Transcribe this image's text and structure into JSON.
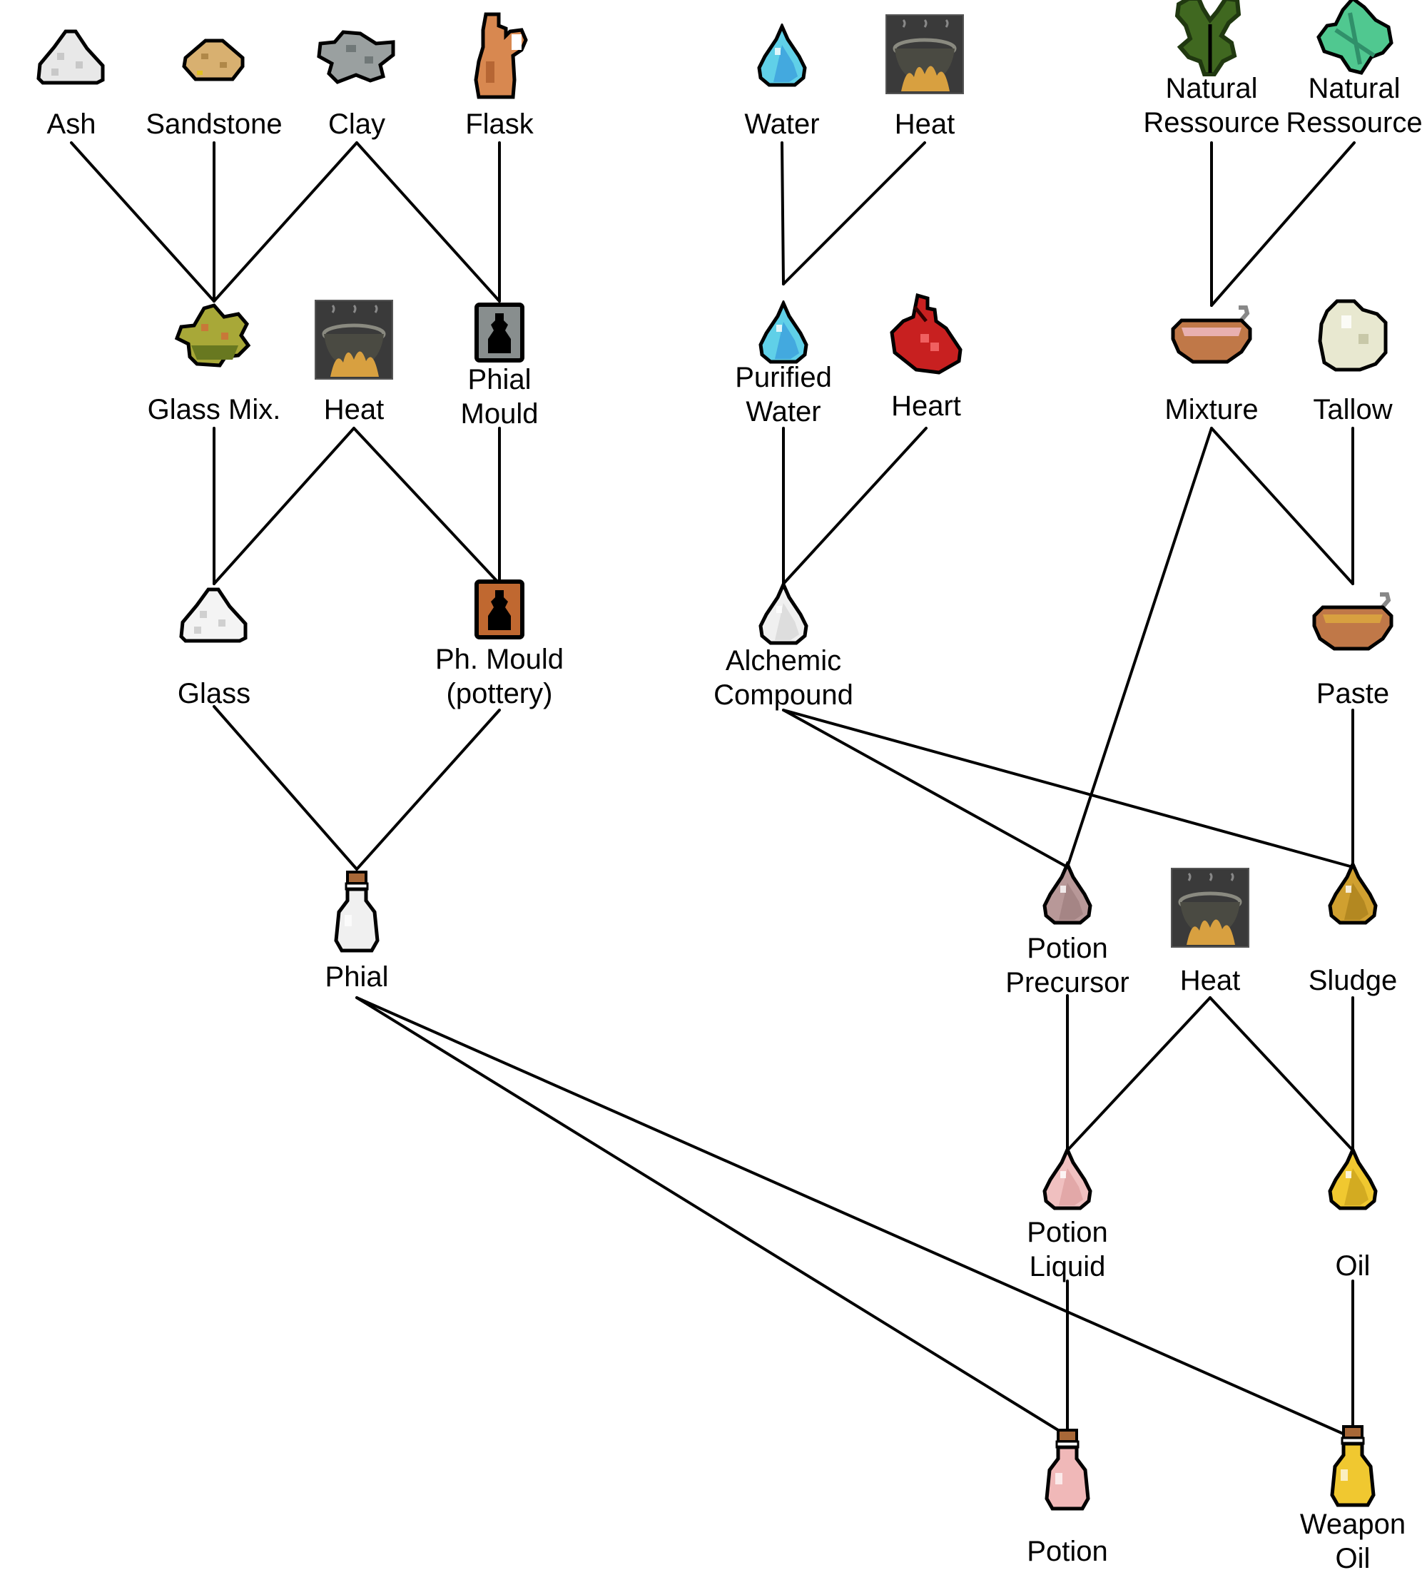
{
  "title": "Alchemy crafting tree",
  "nodes": [
    {
      "id": "ash",
      "label": "Ash",
      "icon": "ash-pile-icon",
      "colors": [
        "#e8e8e8",
        "#c8c8c8"
      ]
    },
    {
      "id": "sandstone",
      "label": "Sandstone",
      "icon": "sandstone-icon",
      "colors": [
        "#d8b070",
        "#b08848"
      ]
    },
    {
      "id": "clay",
      "label": "Clay",
      "icon": "clay-icon",
      "colors": [
        "#9aa0a0",
        "#707878"
      ]
    },
    {
      "id": "flask",
      "label": "Flask",
      "icon": "flask-jug-icon",
      "colors": [
        "#d88850",
        "#a85828"
      ]
    },
    {
      "id": "water",
      "label": "Water",
      "icon": "water-drop-icon",
      "colors": [
        "#60d0e8",
        "#3090d8"
      ]
    },
    {
      "id": "heat1",
      "label": "Heat",
      "icon": "cauldron-fire-icon",
      "colors": [
        "#3a3a3a",
        "#d8a040"
      ]
    },
    {
      "id": "natres1",
      "label": "Natural\nRessource",
      "icon": "herb-plant-icon",
      "colors": [
        "#406820",
        "#203810"
      ]
    },
    {
      "id": "natres2",
      "label": "Natural\nRessource",
      "icon": "mint-leaf-icon",
      "colors": [
        "#50c890",
        "#30906a"
      ]
    },
    {
      "id": "glassmix",
      "label": "Glass Mix.",
      "icon": "glass-mix-icon",
      "colors": [
        "#a8a838",
        "#687820"
      ]
    },
    {
      "id": "heat2",
      "label": "Heat",
      "icon": "cauldron-fire-icon",
      "colors": [
        "#3a3a3a",
        "#d8a040"
      ]
    },
    {
      "id": "phialmould",
      "label": "Phial\nMould",
      "icon": "phial-mould-grey-icon",
      "colors": [
        "#888e8e",
        "#000000"
      ]
    },
    {
      "id": "purwater",
      "label": "Purified\nWater",
      "icon": "water-drop-icon",
      "colors": [
        "#60d0e8",
        "#3090d8"
      ]
    },
    {
      "id": "heart",
      "label": "Heart",
      "icon": "heart-organ-icon",
      "colors": [
        "#c82020",
        "#901010"
      ]
    },
    {
      "id": "mixture",
      "label": "Mixture",
      "icon": "mixing-bowl-icon",
      "colors": [
        "#c07848",
        "#e8b0b0"
      ]
    },
    {
      "id": "tallow",
      "label": "Tallow",
      "icon": "tallow-lump-icon",
      "colors": [
        "#e8e8d0",
        "#c8c8a8"
      ]
    },
    {
      "id": "glass",
      "label": "Glass",
      "icon": "glass-pile-icon",
      "colors": [
        "#f4f4f4",
        "#d0d0d0"
      ]
    },
    {
      "id": "phmould",
      "label": "Ph. Mould\n(pottery)",
      "icon": "phial-mould-pottery-icon",
      "colors": [
        "#c06830",
        "#000000"
      ]
    },
    {
      "id": "alchcomp",
      "label": "Alchemic\nCompound",
      "icon": "white-drop-icon",
      "colors": [
        "#f0f0f0",
        "#d0d0d0"
      ]
    },
    {
      "id": "paste",
      "label": "Paste",
      "icon": "paste-bowl-icon",
      "colors": [
        "#c07848",
        "#d8a040"
      ]
    },
    {
      "id": "phial",
      "label": "Phial",
      "icon": "empty-phial-icon",
      "colors": [
        "#f0f0f0",
        "#a86838"
      ]
    },
    {
      "id": "precursor",
      "label": "Potion\nPrecursor",
      "icon": "precursor-drop-icon",
      "colors": [
        "#b89898",
        "#987878"
      ]
    },
    {
      "id": "heat3",
      "label": "Heat",
      "icon": "cauldron-fire-icon",
      "colors": [
        "#3a3a3a",
        "#d8a040"
      ]
    },
    {
      "id": "sludge",
      "label": "Sludge",
      "icon": "sludge-drop-icon",
      "colors": [
        "#d0a030",
        "#a07818"
      ]
    },
    {
      "id": "potliquid",
      "label": "Potion\nLiquid",
      "icon": "pink-drop-icon",
      "colors": [
        "#f0c0c0",
        "#d89898"
      ]
    },
    {
      "id": "oil",
      "label": "Oil",
      "icon": "oil-drop-icon",
      "colors": [
        "#f0c830",
        "#c09818"
      ]
    },
    {
      "id": "potion",
      "label": "Potion",
      "icon": "potion-bottle-icon",
      "colors": [
        "#f0b8b8",
        "#a86838"
      ]
    },
    {
      "id": "weaponoil",
      "label": "Weapon\nOil",
      "icon": "weapon-oil-bottle-icon",
      "colors": [
        "#f0c830",
        "#a86838"
      ]
    }
  ],
  "edges": [
    [
      "ash",
      "glassmix"
    ],
    [
      "sandstone",
      "glassmix"
    ],
    [
      "clay",
      "glassmix"
    ],
    [
      "clay",
      "phialmould"
    ],
    [
      "flask",
      "phialmould"
    ],
    [
      "water",
      "purwater"
    ],
    [
      "heat1",
      "purwater"
    ],
    [
      "natres1",
      "mixture"
    ],
    [
      "natres2",
      "mixture"
    ],
    [
      "glassmix",
      "glass"
    ],
    [
      "heat2",
      "glass"
    ],
    [
      "heat2",
      "phmould"
    ],
    [
      "phialmould",
      "phmould"
    ],
    [
      "purwater",
      "alchcomp"
    ],
    [
      "heart",
      "alchcomp"
    ],
    [
      "mixture",
      "paste"
    ],
    [
      "tallow",
      "paste"
    ],
    [
      "glass",
      "phial"
    ],
    [
      "phmould",
      "phial"
    ],
    [
      "alchcomp",
      "precursor"
    ],
    [
      "alchcomp",
      "sludge"
    ],
    [
      "mixture",
      "precursor"
    ],
    [
      "paste",
      "sludge"
    ],
    [
      "precursor",
      "potliquid"
    ],
    [
      "heat3",
      "potliquid"
    ],
    [
      "heat3",
      "oil"
    ],
    [
      "sludge",
      "oil"
    ],
    [
      "potliquid",
      "potion"
    ],
    [
      "phial",
      "potion"
    ],
    [
      "phial",
      "weaponoil"
    ],
    [
      "oil",
      "weaponoil"
    ]
  ]
}
